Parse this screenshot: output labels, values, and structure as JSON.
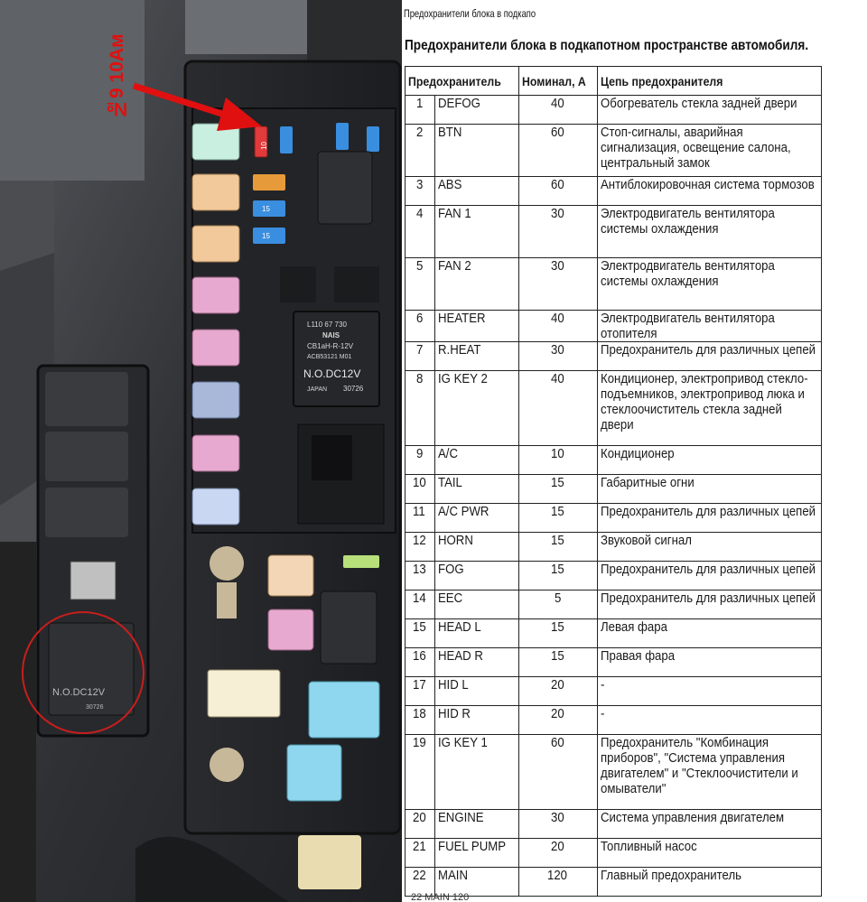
{
  "annotation": {
    "label": "№9 10Ам",
    "color": "#e01010"
  },
  "photo_labels": {
    "relay_main_1": "L110 67 730",
    "relay_main_2": "NAIS",
    "relay_main_3": "CB1aH-R-12V",
    "relay_main_4": "ACB53121 M01",
    "relay_main_5": "N.O.DC12V",
    "relay_main_6": "JAPAN",
    "relay_main_7": "30726",
    "relay_side_1": "N.O.DC12V",
    "relay_side_2": "30726",
    "fuse_9": "10",
    "fuse_a": "15",
    "fuse_b": "15"
  },
  "document": {
    "crumb": "Предохранители блока в подкапо",
    "title": "Предохранители блока в подкапотном пространстве автомобиля.",
    "headers": [
      "Предохранитель",
      "Номинал, А",
      "Цепь предохранителя"
    ],
    "rows": [
      {
        "n": "1",
        "name": "DEFOG",
        "rating": "40",
        "circuit": "Обогреватель стекла задней двери"
      },
      {
        "n": "2",
        "name": "BTN",
        "rating": "60",
        "circuit": "Стоп-сигналы, аварийная сигнализация, освещение салона, центральный замок"
      },
      {
        "n": "3",
        "name": "ABS",
        "rating": "60",
        "circuit": "Антиблокировочная система тормозов"
      },
      {
        "n": "4",
        "name": "FAN 1",
        "rating": "30",
        "circuit": "Электродвигатель вентилятора системы охлаждения"
      },
      {
        "n": "5",
        "name": "FAN 2",
        "rating": "30",
        "circuit": "Электродвигатель вентилятора системы охлаждения"
      },
      {
        "n": "6",
        "name": "HEATER",
        "rating": "40",
        "circuit": "Электродвигатель вентилятора отопителя"
      },
      {
        "n": "7",
        "name": "R.HEAT",
        "rating": "30",
        "circuit": "Предохранитель для различных цепей"
      },
      {
        "n": "8",
        "name": "IG KEY 2",
        "rating": "40",
        "circuit": "Кондиционер, электропривод стекло-подъемников, электропривод люка и стеклоочиститель стекла задней двери"
      },
      {
        "n": "9",
        "name": "A/C",
        "rating": "10",
        "circuit": "Кондиционер"
      },
      {
        "n": "10",
        "name": "TAIL",
        "rating": "15",
        "circuit": "Габаритные огни"
      },
      {
        "n": "11",
        "name": "A/C PWR",
        "rating": "15",
        "circuit": "Предохранитель для различных цепей"
      },
      {
        "n": "12",
        "name": "HORN",
        "rating": "15",
        "circuit": "Звуковой сигнал"
      },
      {
        "n": "13",
        "name": "FOG",
        "rating": "15",
        "circuit": "Предохранитель для различных цепей"
      },
      {
        "n": "14",
        "name": "EEC",
        "rating": "5",
        "circuit": "Предохранитель для различных цепей"
      },
      {
        "n": "15",
        "name": "HEAD L",
        "rating": "15",
        "circuit": "Левая фара"
      },
      {
        "n": "16",
        "name": "HEAD R",
        "rating": "15",
        "circuit": "Правая фара"
      },
      {
        "n": "17",
        "name": "HID L",
        "rating": "20",
        "circuit": "-"
      },
      {
        "n": "18",
        "name": "HID R",
        "rating": "20",
        "circuit": "-"
      },
      {
        "n": "19",
        "name": "IG KEY 1",
        "rating": "60",
        "circuit": "Предохранитель \"Комбинация приборов\", \"Система управления двигателем\" и \"Стеклоочистители и омыватели\""
      },
      {
        "n": "20",
        "name": "ENGINE",
        "rating": "30",
        "circuit": "Система управления двигателем"
      },
      {
        "n": "21",
        "name": "FUEL PUMP",
        "rating": "20",
        "circuit": "Топливный насос"
      },
      {
        "n": "22",
        "name": "MAIN",
        "rating": "120",
        "circuit": "Главный предохранитель"
      }
    ],
    "bottom_strip": "22 MAIN    120"
  }
}
